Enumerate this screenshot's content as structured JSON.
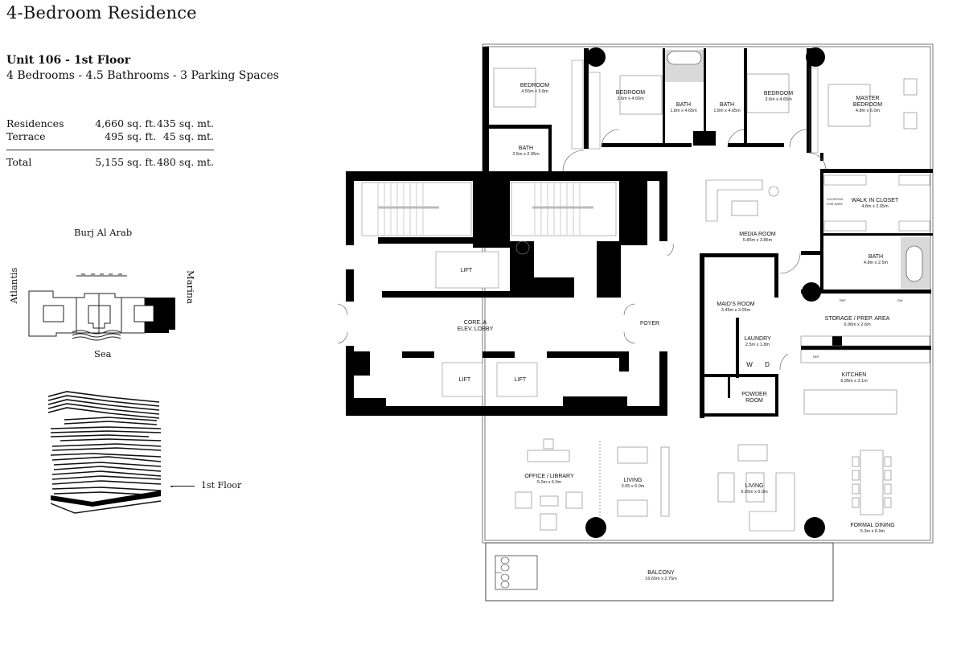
{
  "header": {
    "title": "4-Bedroom Residence",
    "unit": "Unit 106 - 1st Floor",
    "summary": "4 Bedrooms - 4.5 Bathrooms - 3 Parking Spaces"
  },
  "areas": {
    "rows": [
      {
        "label": "Residences",
        "sqft": "4,660 sq. ft.",
        "sqm": "435 sq. mt."
      },
      {
        "label": "Terrace",
        "sqft": "495 sq. ft.",
        "sqm": "45 sq. mt."
      }
    ],
    "total": {
      "label": "Total",
      "sqft": "5,155 sq. ft.",
      "sqm": "480 sq. mt."
    }
  },
  "keymap": {
    "top": "Burj Al Arab",
    "left": "Atlantis",
    "right": "Marina",
    "bottom": "Sea"
  },
  "elevation": {
    "floor_label": "1st Floor"
  },
  "rooms": {
    "bedroom1": {
      "name": "BEDROOM",
      "dim": "4.55m x 3.8m"
    },
    "bath1": {
      "name": "BATH",
      "dim": "2.5m x 2.05m"
    },
    "bedroom2": {
      "name": "BEDROOM",
      "dim": "3.6m x 4.65m"
    },
    "bath2": {
      "name": "BATH",
      "dim": "1.8m x 4.65m"
    },
    "bath3": {
      "name": "BATH",
      "dim": "1.8m x 4.65m"
    },
    "bedroom3": {
      "name": "BEDROOM",
      "dim": "3.6m x 4.65m"
    },
    "master": {
      "name1": "MASTER",
      "name2": "BEDROOM",
      "dim": "4.8m x 6.0m"
    },
    "closet": {
      "name": "WALK IN CLOSET",
      "dim": "4.8m x 2.65m",
      "safe1": "LOCATION",
      "safe2": "FOR SAFE"
    },
    "master_bath": {
      "name": "BATH",
      "dim": "4.8m x 2.5m"
    },
    "media": {
      "name": "MEDIA ROOM",
      "dim": "5.85m x 3.85m"
    },
    "maid": {
      "name": "MAID'S ROOM",
      "dim": "3.45m x 3.05m"
    },
    "laundry": {
      "name": "LAUNDRY",
      "dim": "2.5m x 1.8m",
      "washer": "W",
      "dryer": "D"
    },
    "powder": {
      "name1": "POWDER",
      "name2": "ROOM"
    },
    "storage": {
      "name": "STORAGE / PREP. AREA",
      "dim": "6.96m x 2.6m",
      "ref": "REF",
      "dw": "DW"
    },
    "kitchen": {
      "name": "KITCHEN",
      "dim": "6.95m x 3.1m",
      "ref": "REF"
    },
    "foyer": {
      "name": "FOYER"
    },
    "core": {
      "name1": "CORE. A",
      "name2": "ELEV. LOBBY"
    },
    "lift1": {
      "name": "LIFT"
    },
    "lift2": {
      "name": "LIFT"
    },
    "lift3": {
      "name": "LIFT"
    },
    "office": {
      "name": "OFFICE / LIBRARY",
      "dim": "5.0m x 6.0m"
    },
    "living1": {
      "name": "LIVING",
      "dim": "3.05 x 6.0m"
    },
    "living2": {
      "name": "LIVING",
      "dim": "6.95m x 6.0m"
    },
    "dining": {
      "name": "FORMAL DINING",
      "dim": "5.3m x 6.0m"
    },
    "balcony": {
      "name": "BALCONY",
      "dim": "16.65m x 2.75m"
    }
  },
  "colors": {
    "wall": "#000000",
    "line": "#555555",
    "hatch": "#d9d9d9",
    "paper": "#ffffff"
  }
}
